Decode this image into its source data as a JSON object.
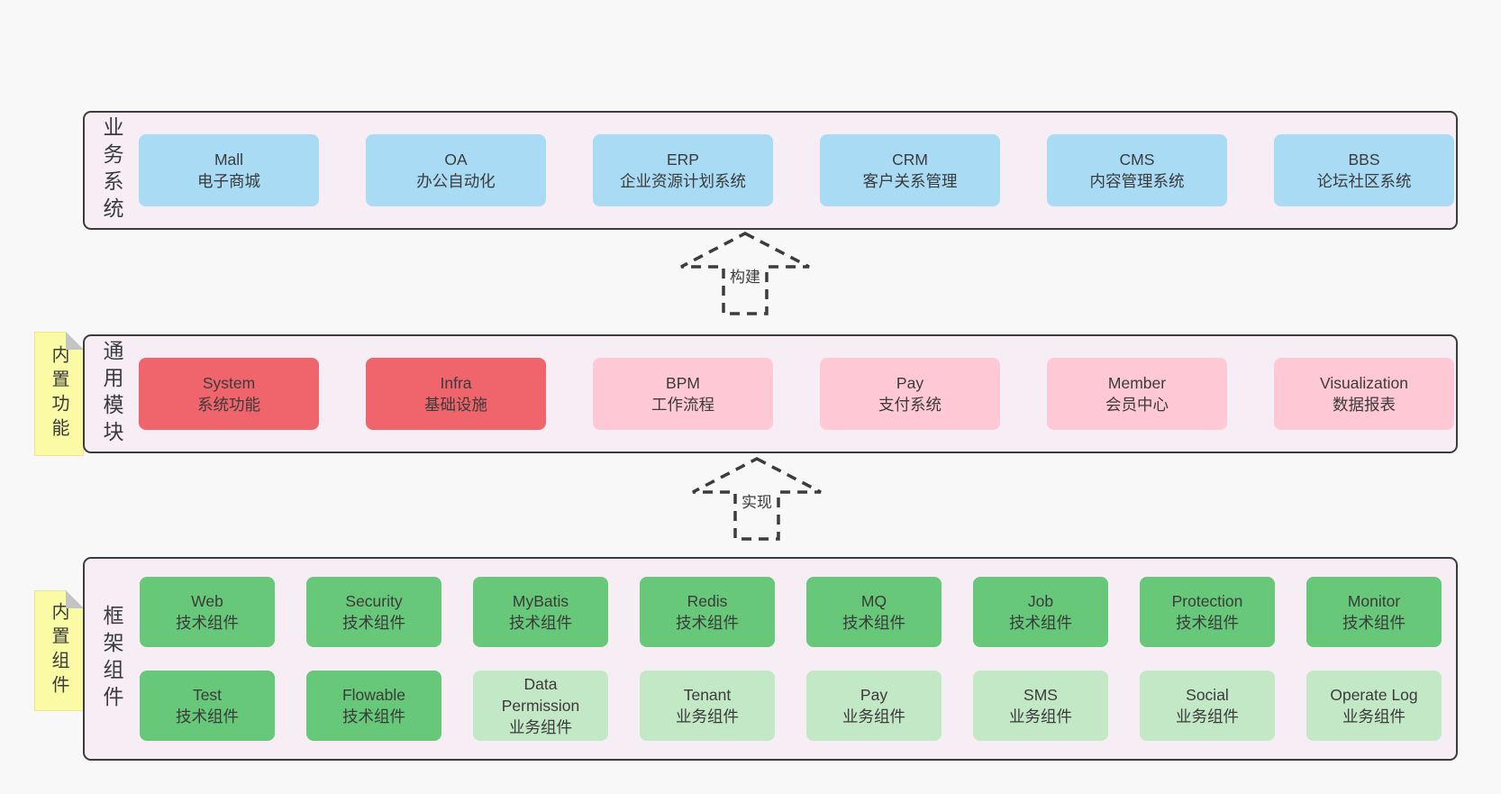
{
  "colors": {
    "pageBg": "#f8f8f8",
    "tierBg": "#f7edf5",
    "tierBorder": "#3c3c3c",
    "text": "#3b3b3b",
    "blue": "#a9dbf5",
    "red": "#f0646b",
    "pink": "#fec9d4",
    "green": "#66c878",
    "lightGreen": "#c3e8c6",
    "noteBg": "#fbfba5",
    "noteFold": "#c4c4c4",
    "arrowStroke": "#3c3c3c"
  },
  "tiers": [
    {
      "label": "业务系统",
      "rows": [
        [
          {
            "en": "Mall",
            "zh": "电子商城",
            "variant": "blue"
          },
          {
            "en": "OA",
            "zh": "办公自动化",
            "variant": "blue"
          },
          {
            "en": "ERP",
            "zh": "企业资源计划系统",
            "variant": "blue"
          },
          {
            "en": "CRM",
            "zh": "客户关系管理",
            "variant": "blue"
          },
          {
            "en": "CMS",
            "zh": "内容管理系统",
            "variant": "blue"
          },
          {
            "en": "BBS",
            "zh": "论坛社区系统",
            "variant": "blue"
          }
        ]
      ]
    },
    {
      "label": "通用模块",
      "note": "内置功能",
      "rows": [
        [
          {
            "en": "System",
            "zh": "系统功能",
            "variant": "red"
          },
          {
            "en": "Infra",
            "zh": "基础设施",
            "variant": "red"
          },
          {
            "en": "BPM",
            "zh": "工作流程",
            "variant": "pink"
          },
          {
            "en": "Pay",
            "zh": "支付系统",
            "variant": "pink"
          },
          {
            "en": "Member",
            "zh": "会员中心",
            "variant": "pink"
          },
          {
            "en": "Visualization",
            "zh": "数据报表",
            "variant": "pink"
          }
        ]
      ]
    },
    {
      "label": "框架组件",
      "note": "内置组件",
      "rows": [
        [
          {
            "en": "Web",
            "zh": "技术组件",
            "variant": "green"
          },
          {
            "en": "Security",
            "zh": "技术组件",
            "variant": "green"
          },
          {
            "en": "MyBatis",
            "zh": "技术组件",
            "variant": "green"
          },
          {
            "en": "Redis",
            "zh": "技术组件",
            "variant": "green"
          },
          {
            "en": "MQ",
            "zh": "技术组件",
            "variant": "green"
          },
          {
            "en": "Job",
            "zh": "技术组件",
            "variant": "green"
          },
          {
            "en": "Protection",
            "zh": "技术组件",
            "variant": "green"
          },
          {
            "en": "Monitor",
            "zh": "技术组件",
            "variant": "green"
          }
        ],
        [
          {
            "en": "Test",
            "zh": "技术组件",
            "variant": "green"
          },
          {
            "en": "Flowable",
            "zh": "技术组件",
            "variant": "green"
          },
          {
            "en": "Data Permission",
            "zh": "业务组件",
            "variant": "lightgreen"
          },
          {
            "en": "Tenant",
            "zh": "业务组件",
            "variant": "lightgreen"
          },
          {
            "en": "Pay",
            "zh": "业务组件",
            "variant": "lightgreen"
          },
          {
            "en": "SMS",
            "zh": "业务组件",
            "variant": "lightgreen"
          },
          {
            "en": "Social",
            "zh": "业务组件",
            "variant": "lightgreen"
          },
          {
            "en": "Operate Log",
            "zh": "业务组件",
            "variant": "lightgreen"
          }
        ]
      ]
    }
  ],
  "arrows": [
    {
      "label": "构建"
    },
    {
      "label": "实现"
    }
  ]
}
